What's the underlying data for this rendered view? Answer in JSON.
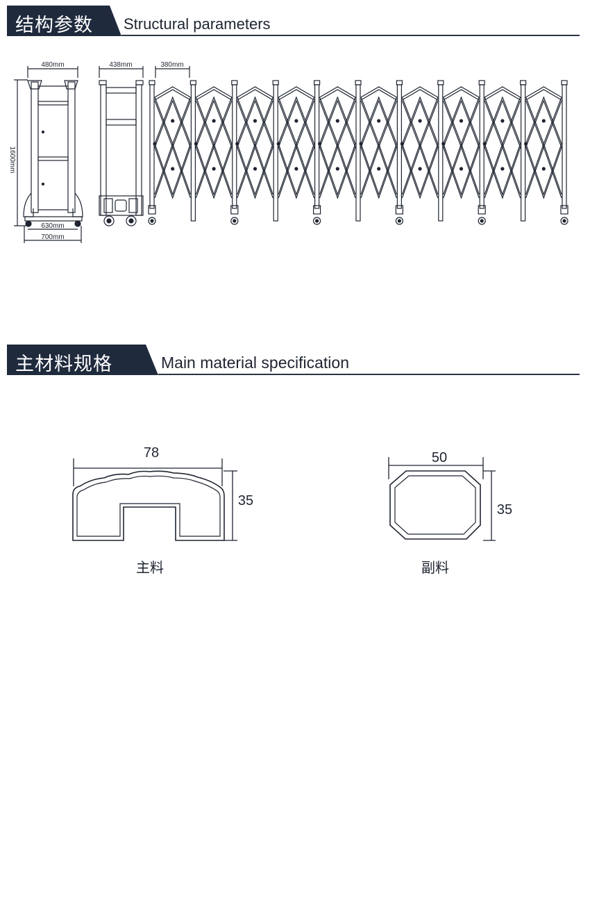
{
  "sections": {
    "structural": {
      "title_cn": "结构参数",
      "title_en": "Structural parameters"
    },
    "material": {
      "title_cn": "主材料规格",
      "title_en": "Main material specification"
    }
  },
  "structure_dims": {
    "front_width": "480mm",
    "side_width": "438mm",
    "pitch": "380mm",
    "height": "1600mm",
    "base_inner": "630mm",
    "base_outer": "700mm"
  },
  "profiles": {
    "main": {
      "width": "78",
      "height": "35",
      "caption": "主料"
    },
    "sub": {
      "width": "50",
      "height": "35",
      "caption": "副料"
    }
  },
  "colors": {
    "header_dark": "#1f2a3d",
    "line": "#1e2430"
  }
}
